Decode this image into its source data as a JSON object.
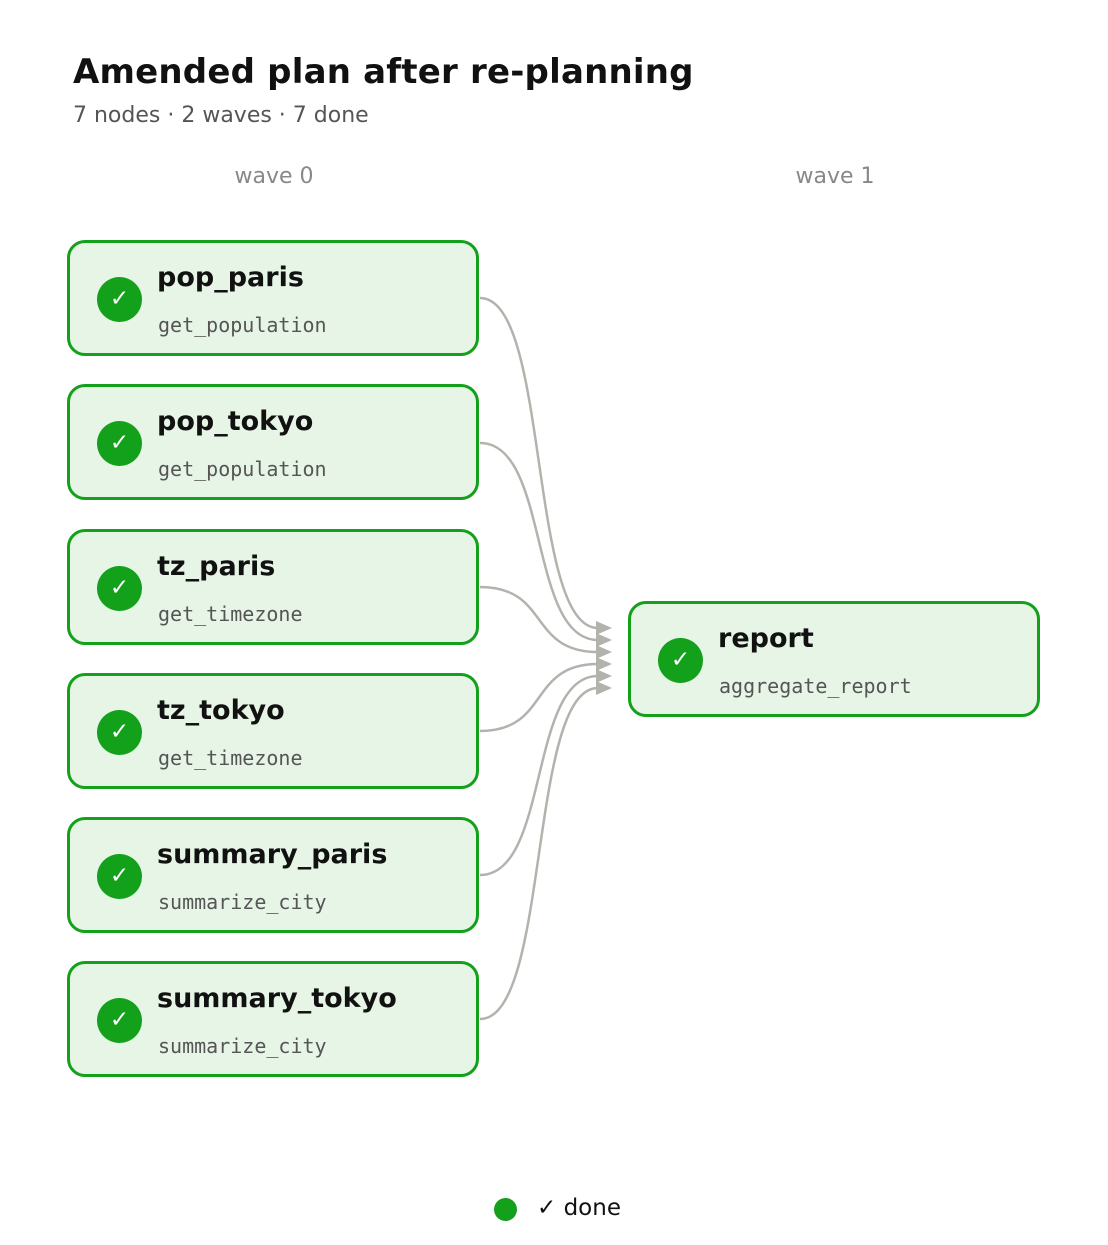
{
  "title": "Amended plan after re-planning",
  "subtitle": "7 nodes · 2 waves · 7 done",
  "colors": {
    "done": "#13a01a",
    "node_fill": "#e7f5e6",
    "edge": "#b3b3ad"
  },
  "waves": [
    {
      "label": "wave 0"
    },
    {
      "label": "wave 1"
    }
  ],
  "status_icon": "✓",
  "nodes": [
    {
      "id": "pop_paris",
      "name": "pop_paris",
      "tool": "get_population",
      "wave": 0,
      "status": "done"
    },
    {
      "id": "pop_tokyo",
      "name": "pop_tokyo",
      "tool": "get_population",
      "wave": 0,
      "status": "done"
    },
    {
      "id": "tz_paris",
      "name": "tz_paris",
      "tool": "get_timezone",
      "wave": 0,
      "status": "done"
    },
    {
      "id": "tz_tokyo",
      "name": "tz_tokyo",
      "tool": "get_timezone",
      "wave": 0,
      "status": "done"
    },
    {
      "id": "summary_paris",
      "name": "summary_paris",
      "tool": "summarize_city",
      "wave": 0,
      "status": "done"
    },
    {
      "id": "summary_tokyo",
      "name": "summary_tokyo",
      "tool": "summarize_city",
      "wave": 0,
      "status": "done"
    },
    {
      "id": "report",
      "name": "report",
      "tool": "aggregate_report",
      "wave": 1,
      "status": "done"
    }
  ],
  "edges": [
    {
      "from": "pop_paris",
      "to": "report"
    },
    {
      "from": "pop_tokyo",
      "to": "report"
    },
    {
      "from": "tz_paris",
      "to": "report"
    },
    {
      "from": "tz_tokyo",
      "to": "report"
    },
    {
      "from": "summary_paris",
      "to": "report"
    },
    {
      "from": "summary_tokyo",
      "to": "report"
    }
  ],
  "legend": [
    {
      "label": "✓ done",
      "status": "done"
    }
  ]
}
